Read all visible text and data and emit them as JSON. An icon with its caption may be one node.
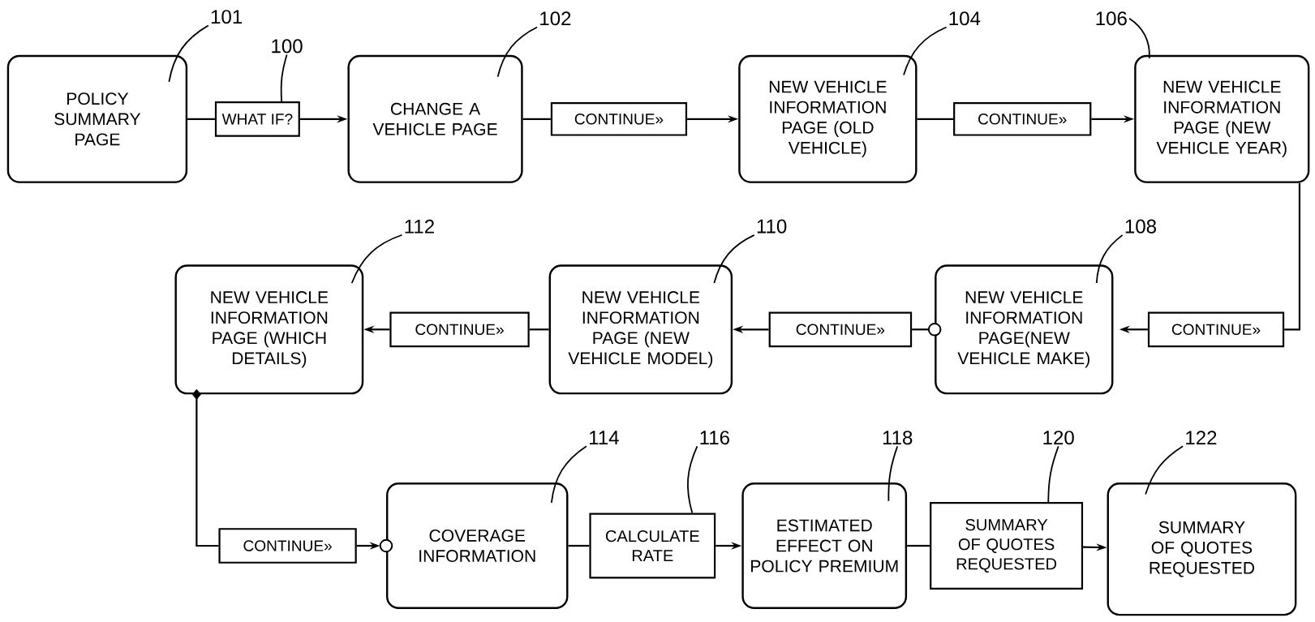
{
  "diagram": {
    "nodes": [
      {
        "text": [
          "POLICY SUMMARY PAGE"
        ]
      },
      {
        "text": [
          "WHAT IF?"
        ]
      },
      {
        "text": [
          "CHANGE A VEHICLE PAGE"
        ]
      },
      {
        "text": [
          "CONTINUE»"
        ]
      },
      {
        "text": [
          "NEW VEHICLE INFORMATION PAGE (OLD VEHICLE)"
        ]
      },
      {
        "text": [
          "CONTINUE»"
        ]
      },
      {
        "text": [
          "NEW VEHICLE INFORMATION PAGE (NEW VEHICLE YEAR)"
        ]
      },
      {
        "text": [
          "CONTINUE»"
        ]
      },
      {
        "text": [
          "NEW VEHICLE INFORMATION PAGE(NEW VEHICLE MAKE)"
        ]
      },
      {
        "text": [
          "CONTINUE»"
        ]
      },
      {
        "text": [
          "NEW VEHICLE INFORMATION PAGE (NEW VEHICLE MODEL)"
        ]
      },
      {
        "text": [
          "CONTINUE»"
        ]
      },
      {
        "text": [
          "NEW VEHICLE INFORMATION PAGE (WHICH DETAILS)"
        ]
      },
      {
        "text": [
          "CONTINUE»"
        ]
      },
      {
        "text": [
          "COVERAGE INFORMATION"
        ]
      },
      {
        "text": [
          "CALCULATE RATE"
        ]
      },
      {
        "text": [
          "ESTIMATED EFFECT ON POLICY PREMIUM"
        ]
      },
      {
        "text": [
          "SUMMARY OF QUOTES REQUESTED"
        ]
      },
      {
        "text": [
          "SUMMARY OF QUOTES REQUESTED"
        ]
      },
      {
        "text": [
          "101"
        ]
      },
      {
        "text": [
          "100"
        ]
      },
      {
        "text": [
          "102"
        ]
      },
      {
        "text": [
          "104"
        ]
      },
      {
        "text": [
          "106"
        ]
      },
      {
        "text": [
          "112"
        ]
      },
      {
        "text": [
          "110"
        ]
      },
      {
        "text": [
          "108"
        ]
      },
      {
        "text": [
          "114"
        ]
      },
      {
        "text": [
          "116"
        ]
      },
      {
        "text": [
          "118"
        ]
      },
      {
        "text": [
          "120"
        ]
      },
      {
        "text": [
          "122"
        ]
      }
    ],
    "edges": [
      {
        "from": 0,
        "to": 1,
        "arrow": "none"
      },
      {
        "from": 1,
        "to": 2,
        "arrow": "to"
      },
      {
        "from": 2,
        "to": 3,
        "arrow": "none"
      },
      {
        "from": 3,
        "to": 4,
        "arrow": "to"
      },
      {
        "from": 4,
        "to": 5,
        "arrow": "none"
      },
      {
        "from": 5,
        "to": 6,
        "arrow": "to"
      },
      {
        "from": 6,
        "to": 7,
        "arrow": "none"
      },
      {
        "from": 7,
        "to": 8,
        "arrow": "to"
      },
      {
        "from": 8,
        "to": 9,
        "arrow": "other"
      },
      {
        "from": 9,
        "to": 10,
        "arrow": "to"
      },
      {
        "from": 10,
        "to": 11,
        "arrow": "none"
      },
      {
        "from": 11,
        "to": 12,
        "arrow": "to"
      },
      {
        "from": 12,
        "to": 13,
        "arrow": "other"
      },
      {
        "from": 13,
        "to": 14,
        "arrow": "to"
      },
      {
        "from": 14,
        "to": 15,
        "arrow": "none"
      },
      {
        "from": 15,
        "to": 16,
        "arrow": "to"
      },
      {
        "from": 16,
        "to": 17,
        "arrow": "none"
      },
      {
        "from": 17,
        "to": 18,
        "arrow": "to"
      },
      {
        "from": 19,
        "to": 0,
        "arrow": "none"
      },
      {
        "from": 20,
        "to": 1,
        "arrow": "none"
      },
      {
        "from": 21,
        "to": 2,
        "arrow": "none"
      },
      {
        "from": 22,
        "to": 4,
        "arrow": "none"
      },
      {
        "from": 23,
        "to": 6,
        "arrow": "none"
      },
      {
        "from": 24,
        "to": 12,
        "arrow": "none"
      },
      {
        "from": 25,
        "to": 10,
        "arrow": "none"
      },
      {
        "from": 26,
        "to": 8,
        "arrow": "none"
      },
      {
        "from": 27,
        "to": 14,
        "arrow": "none"
      },
      {
        "from": 28,
        "to": 15,
        "arrow": "none"
      },
      {
        "from": 29,
        "to": 16,
        "arrow": "none"
      },
      {
        "from": 30,
        "to": 17,
        "arrow": "none"
      },
      {
        "from": 31,
        "to": 18,
        "arrow": "none"
      }
    ]
  }
}
